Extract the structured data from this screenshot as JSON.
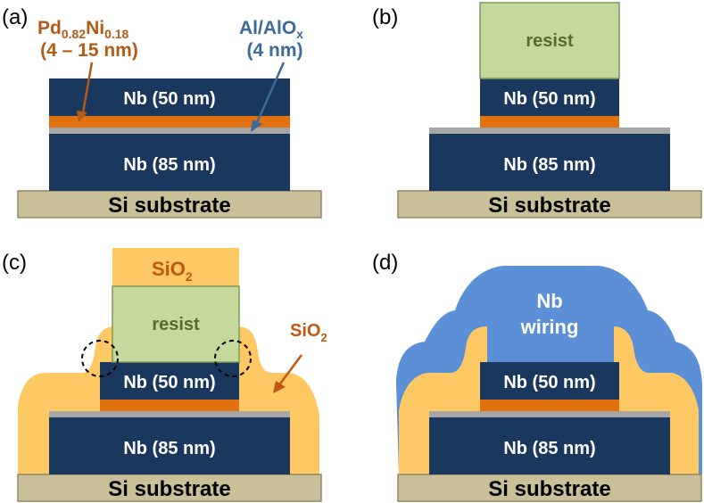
{
  "colors": {
    "substrate": "#c9bf98",
    "substrate_stroke": "#8f8866",
    "nb": "#1a375e",
    "pdni": "#e27112",
    "al_alox": "#a6a6a6",
    "resist": "#c5d99d",
    "resist_stroke": "#7f9a55",
    "sio2": "#fec865",
    "nb_wiring": "#5b8fd6",
    "pdni_text": "#b35b16",
    "al_text": "#3d6b99",
    "resist_text": "#5a6a2a",
    "sio2_text": "#c0580f",
    "white_text": "#ffffff",
    "black_text": "#000000"
  },
  "panels": {
    "a": {
      "label": "(a)",
      "pdni_name": "Pd",
      "pdni_sub1": "0.82",
      "pdni_name2": "Ni",
      "pdni_sub2": "0.18",
      "pdni_thickness": "(4 – 15 nm)",
      "al_name": "Al/AlO",
      "al_sub": "x",
      "al_thickness": "(4 nm)",
      "nb_top": "Nb (50 nm)",
      "nb_bottom": "Nb (85 nm)",
      "substrate": "Si substrate"
    },
    "b": {
      "label": "(b)",
      "resist": "resist",
      "nb_top": "Nb (50 nm)",
      "nb_bottom": "Nb (85 nm)",
      "substrate": "Si substrate"
    },
    "c": {
      "label": "(c)",
      "sio2_top_name": "SiO",
      "sio2_top_sub": "2",
      "resist": "resist",
      "sio2_side_name": "SiO",
      "sio2_side_sub": "2",
      "nb_top": "Nb (50 nm)",
      "nb_bottom": "Nb (85 nm)",
      "substrate": "Si substrate"
    },
    "d": {
      "label": "(d)",
      "wiring_line1": "Nb",
      "wiring_line2": "wiring",
      "nb_top": "Nb (50 nm)",
      "nb_bottom": "Nb (85 nm)",
      "substrate": "Si substrate"
    }
  }
}
